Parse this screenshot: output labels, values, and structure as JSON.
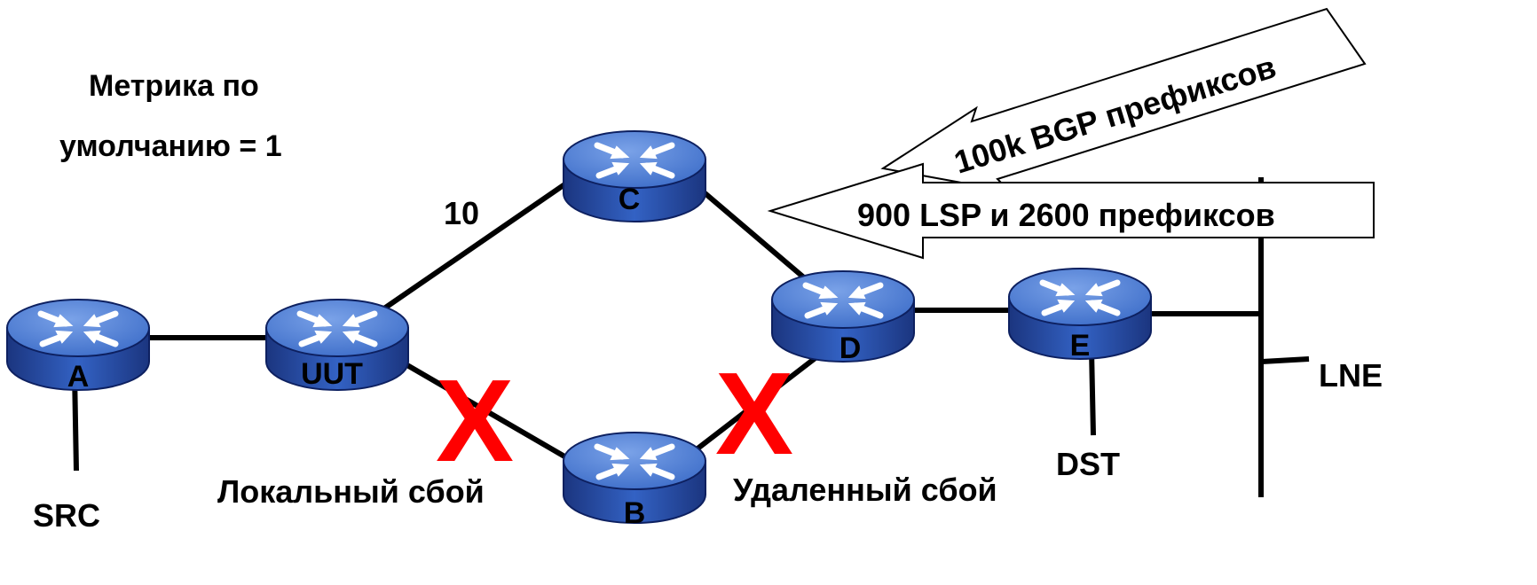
{
  "notes": {
    "metric_line1": "Метрика по",
    "metric_line2": "умолчанию = 1",
    "link_cost": "10"
  },
  "routers": {
    "A": "A",
    "UUT": "UUT",
    "C": "C",
    "B": "B",
    "D": "D",
    "E": "E"
  },
  "endpoints": {
    "src": "SRC",
    "dst": "DST",
    "lne": "LNE"
  },
  "failures": {
    "local_label": "Локальный сбой",
    "remote_label": "Удаленный сбой",
    "mark": "X"
  },
  "advertisements": {
    "bgp": "100k BGP префиксов",
    "lsp": "900 LSP и 2600 префиксов"
  },
  "colors": {
    "router_top": "#4a7bd0",
    "router_side": "#1f3f99",
    "failure_mark": "#ff0000"
  }
}
